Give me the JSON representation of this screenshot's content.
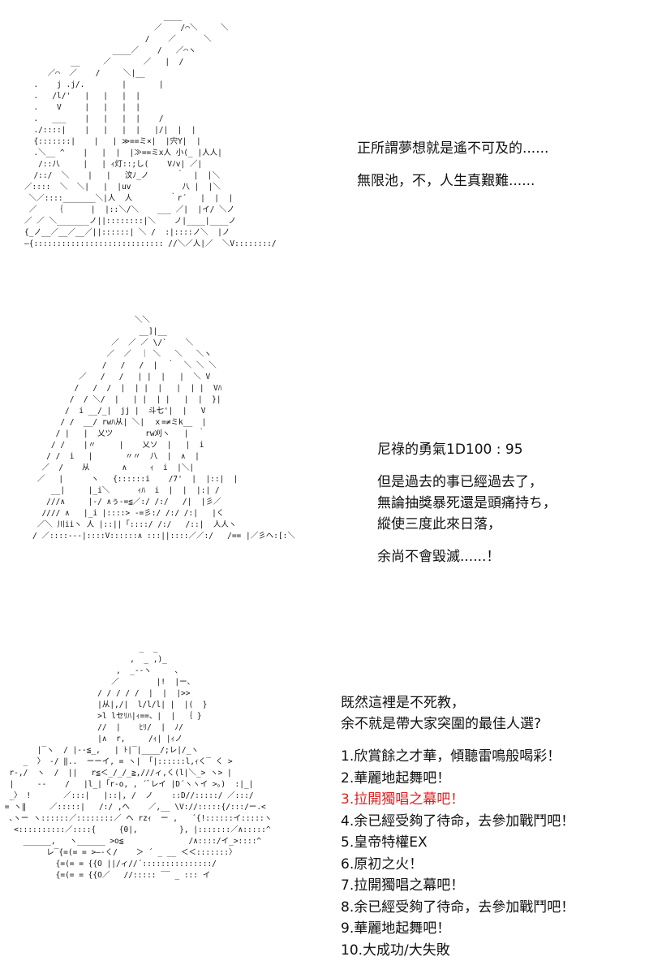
{
  "ascii_art": {
    "panel1": "                              ____\n                            ／    /⌒＼     ＼\n                          /    ／      ＼\n                   ____／    /   ／⌒ヽ\n          __     ／       ／   |  /\n     ／⌒  ／    /     ＼|__\n  .    j .j/.        |       |\n  .   /l/'   |   |   |  |\n  .    V     |   |   |  |\n  .   ___    |   |   |  |    /\n  ./::::|    |   |   |  |   |/|  |  |\n  {:::::::|    |   | ≫==ミ×|  |宍Y|  |\n  .＼__ ^    |   |  |  |≫==ミx人 小(_ |人人|\n   /::八     |   | ｨ灯::;し(    Vﾉv| ／|\n  /::/  ＼    |   |   汶ﾉ_ノ      ｀  |  |＼\n／::::  ＼  ＼|   |  |uv           八 |  |＼\n ＼／::::_______＼|人  人        ｀r´   |  |  |\n ／    ｛      |  |::＼/＼    ___ ／|  |イ/ ＼ノ\n／ ／ ＼_______ノ||::::::::|＼    ノ|____|____ノ\n{_ノ__／__／__／||::::::| ＼ /  :|::::ノ＼  |ノ\n―{:::::::::::::::::::::::::::: //＼／人|／  ＼V::::::::/",
    "panel2": "                      ＼＼\n                       __]|__\n                 ／  ／ ／ \\/`    ＼\n                ／  ／  ｜ ＼   ＼   ＼ヽ\n               /   /   /  |  ｀  ＼ ＼ ＼\n          ／   /   /   | |  |   |  ＼ V\n         /   /  /  |  | |  |   |  | |  Vﾊ\n        /  / ＼/  |   | |  | |   |  |  }|\n       /  i __/_|  jj |  斗七'|  |   V\n      / /  __/ rwﾊ从| ＼|  ｘ=≠ミk__  |\n     / |   |  乂ツ       rw刈ヽ   |  ｀\n    / /    |〃     |    乂ソ  |   |  i\n   / /  i   |       〃〃  八  |  ∧  |\n  ／  /    从       ∧     ｨ  i  |＼|\n ／   |      ヽ   {::::::i    /7'  |  |::|  |\n    __|     |_i＼      ｨﾊ  i  |  |  |:| /\n   ///∧     |-/ ∧ぅ-=≦／:/ /:/   /|  |彡／\n  //// ∧   |_i |::::> -=彡:/ /:/ /:|   |く\n ／＼ 川iiヽ 人 |::||「::::/ /:/   /::|  人人ヽ\n/ ／::::---|::::V::::::∧ :::||::::／／:/   /== |／彡ヘ:[:＼",
    "panel3": "                              _  _\n                            ,  _ ,)_\n                         ,  _--ヽ     、\n                        ／        |!  |ー、\n                     / / / / /  |  |  |>>\n                     |从|,/|  l/l/l| |  |(  }\n                     >l lセﾘﾊ|ｨ==、|  |  ｛ }\n                     //  |    ﾋﾘ/  |  ﾉ/\n                     |∧  r,     /ｨ| |ｨノ\n        |‾ヽ  / |--≦_,   | ﾄ|‾|____/;レ|/_ヽ\n     _  〉 -/ ‖..  ーーイ, = ヽ| 「|::::::l,ｨく‾ く >\n  r-,/  ヽ  /  ||   r≦＜_/_/_≧,///ィ,く(l|＼_> ヽ> |\n  |     -‐    /   |l_|「r-o, , ´ﾞレイ |D´ヽヽイ >。)  :|_|\n  _〉 !       ／:::|   |::|, /  ノ    ::D//:::::/ ／:::/\n = ヽ‖     ／:::::|   /:/ ,へ    ／,__ \\V://:::::{/:::/ー.<\n  ､ヽー ヽ::::::／::::::::／ へ rzｨ  ー ,   ´{!::::::イ:::::ヽ\n   <::::::::::／::::{     {0|,         }, |:::::::／∧:::::^\n     ______,   ヽ______ >o≦              /∧::::/イ_>::::^\n          レ‾{=(= = >―-く/    ＞ ´ _ __ ＜＜:::::::〉\n            {=(= = {{O ||/ィ//´:::::::::::::::/\n            {=(= = {{O／   //::::: ‾‾ _ ::: イ"
  },
  "block1": {
    "line1": "正所謂夢想就是遙不可及的......",
    "line2": "無限池，不，人生真艱難......"
  },
  "block2": {
    "roll": "尼祿的勇氣1D100 : 95",
    "line1": "但是過去的事已經過去了，",
    "line2": "無論抽獎暴死還是頭痛持ち，",
    "line3": "縱使三度此來日落，",
    "line4": "余尚不會毀滅......！"
  },
  "block3": {
    "line1": "既然這裡是不死教，",
    "line2": "余不就是帶大家突圍的最佳人選?",
    "options": [
      "1.欣賞餘之才華，傾聽雷鳴般喝彩！",
      "2.華麗地起舞吧！",
      "3.拉開獨唱之幕吧！",
      "4.余已經受夠了待命，去參加戰鬥吧！",
      "5.皇帝特權EX",
      "6.原初之火！",
      "7.拉開獨唱之幕吧！",
      "8.余已經受夠了待命，去參加戰鬥吧！",
      "9.華麗地起舞吧！",
      "10.大成功/大失敗"
    ],
    "highlight_index": 2,
    "highlight_color": "#e02020"
  }
}
